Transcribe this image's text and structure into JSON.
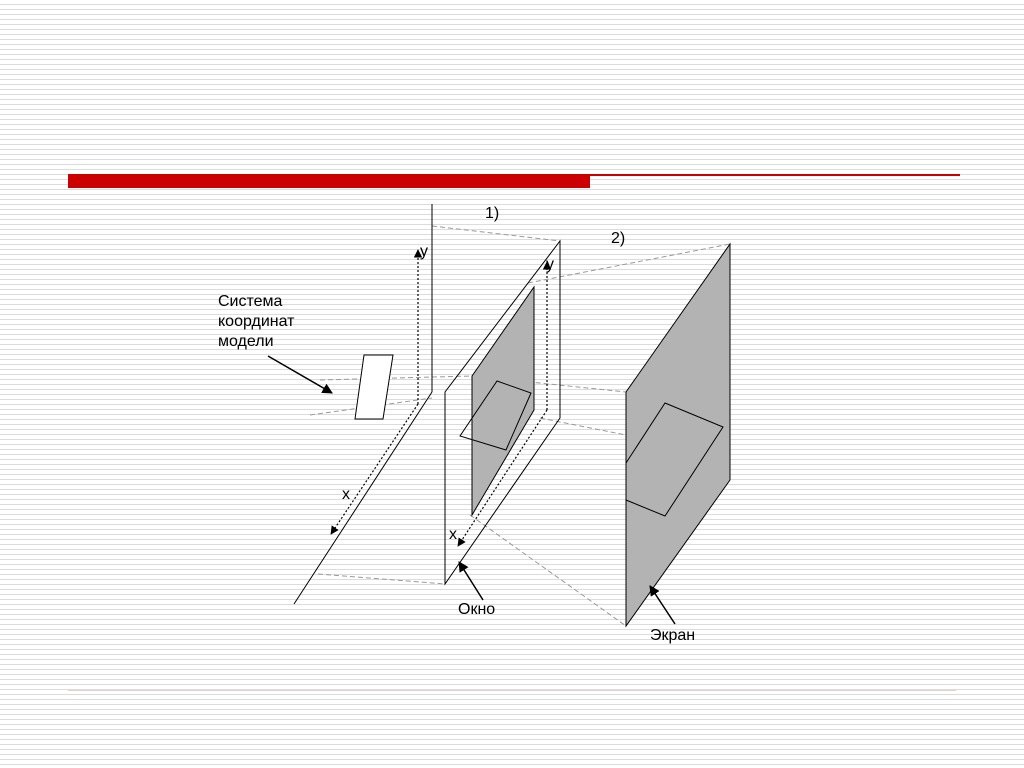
{
  "colors": {
    "accent_bar": "#cc0000",
    "rule": "#e8d0cc",
    "screen_fill": "#b3b3b3",
    "window_fill": "#b3b3b3",
    "projection_line": "#9a9a9a",
    "stroke": "#000000"
  },
  "labels": {
    "step1": "1)",
    "step2": "2)",
    "y_model": "y",
    "y_window": "y",
    "x_model": "x",
    "x_window": "x",
    "model_system": [
      "Система",
      "координат",
      "модели"
    ],
    "window": "Окно",
    "screen": "Экран"
  }
}
